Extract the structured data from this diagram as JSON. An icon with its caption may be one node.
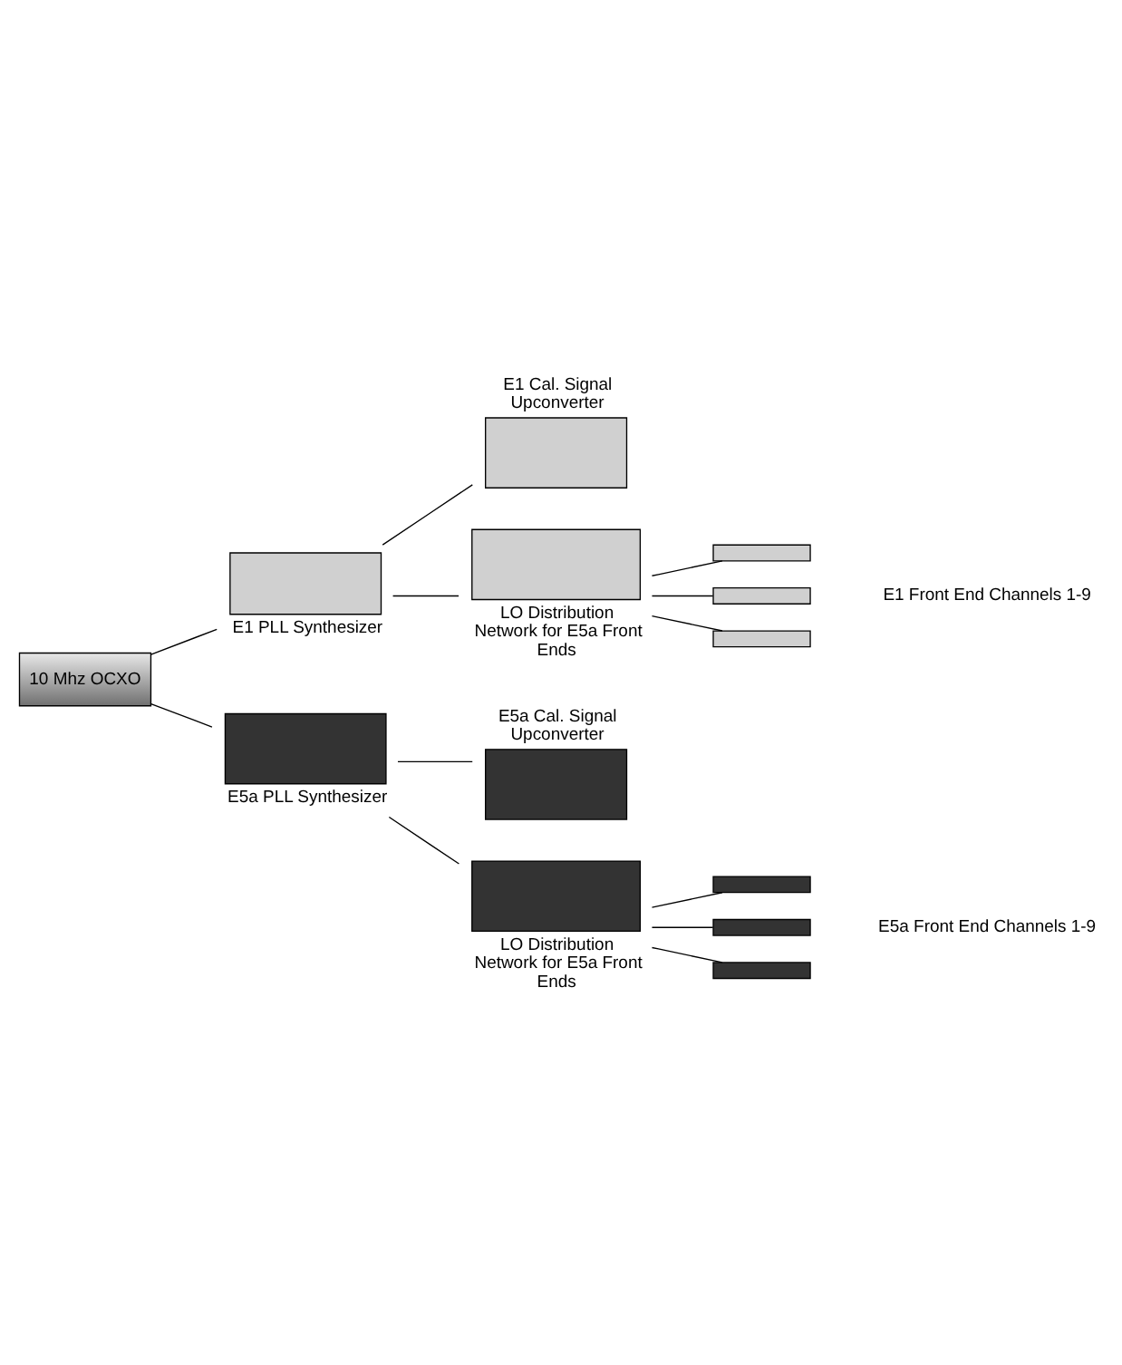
{
  "diagram": {
    "nodes": [
      {
        "text": [
          "10 Mhz OCXO"
        ]
      },
      {
        "text": [
          "E1 PLL Synthesizer"
        ]
      },
      {
        "text": [
          "E1 Cal. Signal Upconverter"
        ]
      },
      {
        "text": [
          "LO Distribution Network for E5a Front Ends"
        ]
      },
      {
        "text": [],
        "shape": "bar"
      },
      {
        "text": [],
        "shape": "bar"
      },
      {
        "text": [],
        "shape": "bar"
      },
      {
        "text": [
          "E5a PLL Synthesizer"
        ]
      },
      {
        "text": [
          "E5a Cal. Signal Upconverter"
        ]
      },
      {
        "text": [
          "LO Distribution Network for E5a Front Ends"
        ]
      },
      {
        "text": [],
        "shape": "bar"
      },
      {
        "text": [],
        "shape": "bar"
      },
      {
        "text": [],
        "shape": "bar"
      }
    ],
    "edges": [
      {
        "from": 0,
        "to": 1,
        "arrow": "none"
      },
      {
        "from": 0,
        "to": 7,
        "arrow": "none"
      },
      {
        "from": 1,
        "to": 2,
        "arrow": "none"
      },
      {
        "from": 1,
        "to": 3,
        "arrow": "none"
      },
      {
        "from": 3,
        "to": 4,
        "arrow": "none"
      },
      {
        "from": 3,
        "to": 5,
        "arrow": "none"
      },
      {
        "from": 3,
        "to": 6,
        "arrow": "none"
      },
      {
        "from": 7,
        "to": 8,
        "arrow": "none"
      },
      {
        "from": 7,
        "to": 9,
        "arrow": "none"
      },
      {
        "from": 9,
        "to": 10,
        "arrow": "none"
      },
      {
        "from": 9,
        "to": 11,
        "arrow": "none"
      },
      {
        "from": 9,
        "to": 12,
        "arrow": "none"
      }
    ],
    "labels": [
      "E1 Front End Channels 1-9",
      "E5a Front End Channels 1-9"
    ]
  }
}
